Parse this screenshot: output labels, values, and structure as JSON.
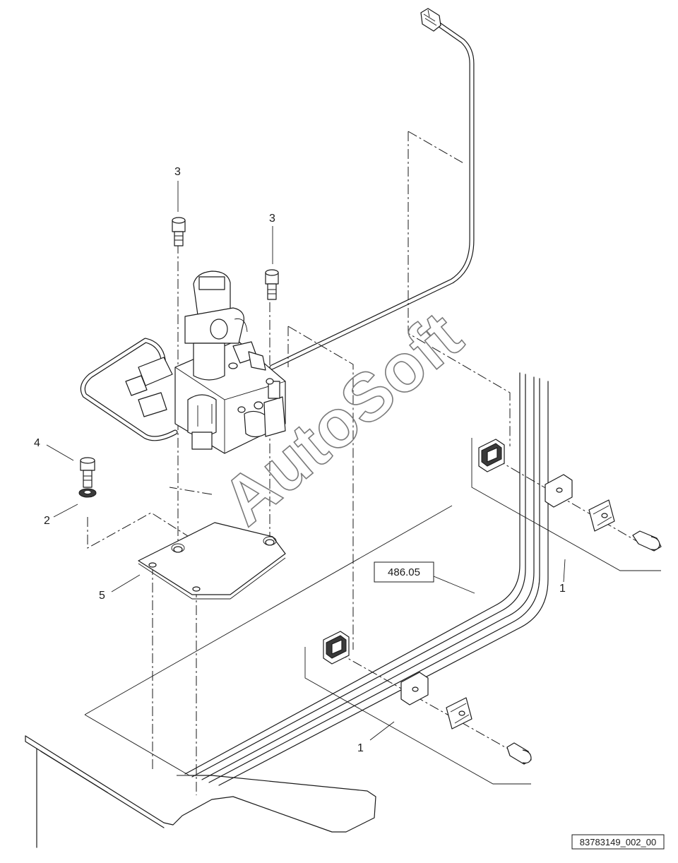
{
  "diagram": {
    "callouts": {
      "item_1_right": "1",
      "item_1_bottom": "1",
      "item_2": "2",
      "item_3_left": "3",
      "item_3_right": "3",
      "item_4": "4",
      "item_5": "5"
    },
    "reference_box": "486.05",
    "drawing_code": "83783149_002_00",
    "watermark": "AutoSoft"
  }
}
